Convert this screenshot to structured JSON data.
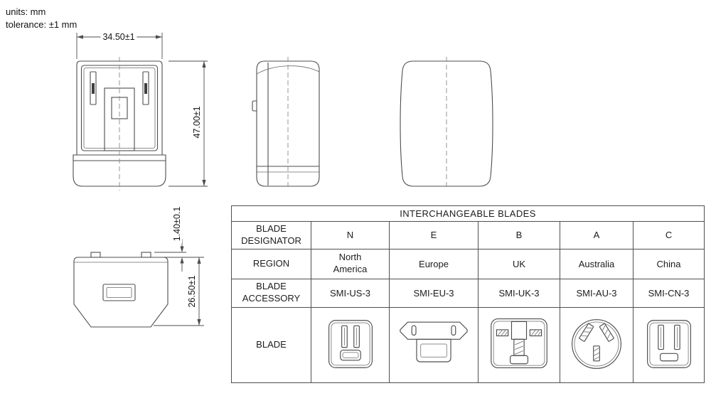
{
  "notes": {
    "units": "units: mm",
    "tolerance": "tolerance: ±1 mm"
  },
  "dimensions": {
    "body_width": "34.50±1",
    "body_height": "47.00±1",
    "blade_rail_height": "1.40±0.1",
    "body_depth": "26.50±1"
  },
  "table": {
    "title": "INTERCHANGEABLE BLADES",
    "row_labels": {
      "designator": "BLADE DESIGNATOR",
      "region": "REGION",
      "accessory": "BLADE ACCESSORY",
      "blade": "BLADE"
    },
    "blades": [
      {
        "designator": "N",
        "region": "North America",
        "accessory": "SMI-US-3",
        "icon": "us-plug-icon"
      },
      {
        "designator": "E",
        "region": "Europe",
        "accessory": "SMI-EU-3",
        "icon": "eu-plug-icon"
      },
      {
        "designator": "B",
        "region": "UK",
        "accessory": "SMI-UK-3",
        "icon": "uk-plug-icon"
      },
      {
        "designator": "A",
        "region": "Australia",
        "accessory": "SMI-AU-3",
        "icon": "au-plug-icon"
      },
      {
        "designator": "C",
        "region": "China",
        "accessory": "SMI-CN-3",
        "icon": "cn-plug-icon"
      }
    ]
  }
}
